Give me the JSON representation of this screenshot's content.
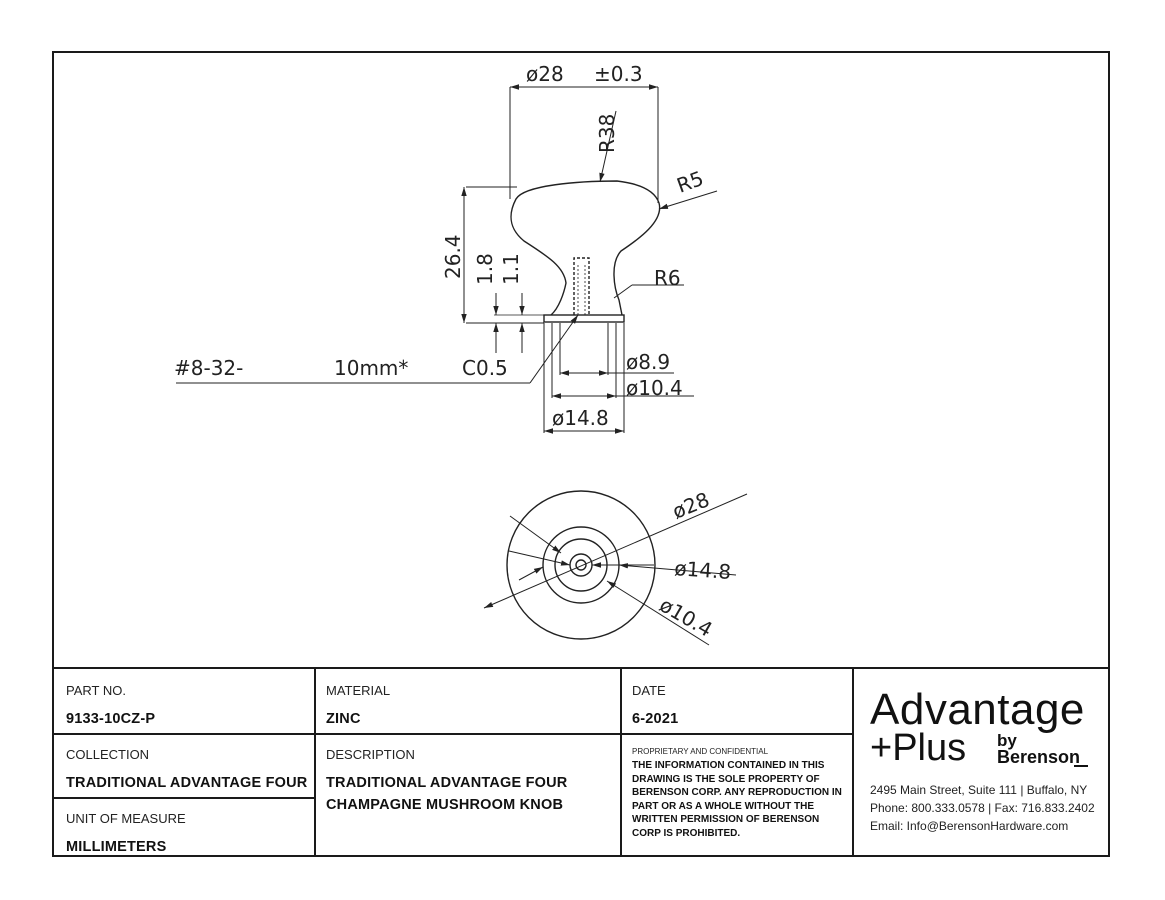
{
  "drawing": {
    "dims": {
      "overall_dia": "ø28",
      "tolerance": "±0.3",
      "r38": "R38",
      "r5": "R5",
      "r6": "R6",
      "height": "26.4",
      "d18": "1.8",
      "d11": "1.1",
      "screw": "#8-32-",
      "screw_len": "10mm*",
      "chamfer": "C0.5",
      "d89": "ø8.9",
      "d104": "ø10.4",
      "d148": "ø14.8"
    },
    "top_view": {
      "d28": "ø28",
      "d148": "ø14.8",
      "d104": "ø10.4"
    }
  },
  "titleblock": {
    "part_no_label": "PART NO.",
    "part_no": "9133-10CZ-P",
    "material_label": "MATERIAL",
    "material": "ZINC",
    "date_label": "DATE",
    "date": "6-2021",
    "collection_label": "COLLECTION",
    "collection": "TRADITIONAL ADVANTAGE FOUR",
    "description_label": "DESCRIPTION",
    "description_line1": "TRADITIONAL ADVANTAGE FOUR",
    "description_line2": "CHAMPAGNE MUSHROOM KNOB",
    "uom_label": "UNIT OF MEASURE",
    "uom": "MILLIMETERS",
    "confidential_title": "PROPRIETARY AND CONFIDENTIAL",
    "confidential_text": "THE INFORMATION CONTAINED IN THIS DRAWING IS THE SOLE PROPERTY OF BERENSON CORP. ANY REPRODUCTION IN PART OR AS A WHOLE WITHOUT THE WRITTEN PERMISSION OF BERENSON CORP IS PROHIBITED."
  },
  "brand": {
    "line1": "Advantage",
    "line2": "+Plus",
    "by": "by",
    "name": "Berenson",
    "address": "2495 Main Street, Suite 111 | Buffalo, NY",
    "phone": "Phone: 800.333.0578 | Fax: 716.833.2402",
    "email": "Email: Info@BerensonHardware.com"
  }
}
